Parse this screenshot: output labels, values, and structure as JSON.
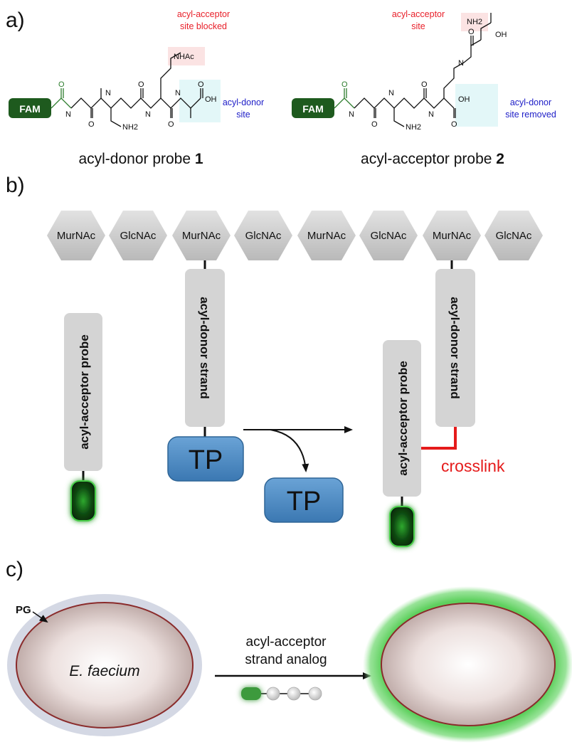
{
  "panel_a": {
    "label": "a)",
    "probe1": {
      "fam": "FAM",
      "caption_text": "acyl-donor probe ",
      "caption_num": "1",
      "anno_acceptor_line1": "acyl-acceptor",
      "anno_acceptor_line2": "site blocked",
      "anno_donor_line1": "acyl-donor",
      "anno_donor_line2": "site",
      "nhac": "NHAc",
      "oh": "OH",
      "nh2": "NH2",
      "nh": "N\nH"
    },
    "probe2": {
      "fam": "FAM",
      "caption_text": "acyl-acceptor probe ",
      "caption_num": "2",
      "anno_acceptor_line1": "acyl-acceptor",
      "anno_acceptor_line2": "site",
      "anno_donor_line1": "acyl-donor",
      "anno_donor_line2": "site removed",
      "nh2": "NH2",
      "oh": "OH"
    }
  },
  "panel_b": {
    "label": "b)",
    "hexagons": [
      "MurNAc",
      "GlcNAc",
      "MurNAc",
      "GlcNAc",
      "MurNAc",
      "GlcNAc",
      "MurNAc",
      "GlcNAc"
    ],
    "acceptor_probe_label": "acyl-acceptor probe",
    "donor_strand_label": "acyl-donor strand",
    "tp_label": "TP",
    "crosslink_label": "crosslink"
  },
  "panel_c": {
    "label": "c)",
    "pg_label": "PG",
    "organism": "E. faecium",
    "arrow_label_line1": "acyl-acceptor",
    "arrow_label_line2": "strand analog"
  },
  "colors": {
    "fam_green": "#1e5a1e",
    "annotation_red": "#e8202a",
    "annotation_blue": "#2020c8",
    "tp_blue": "#4a86bd",
    "crosslink_red": "#e51b1b",
    "fluor_green": "#3cc83c"
  }
}
